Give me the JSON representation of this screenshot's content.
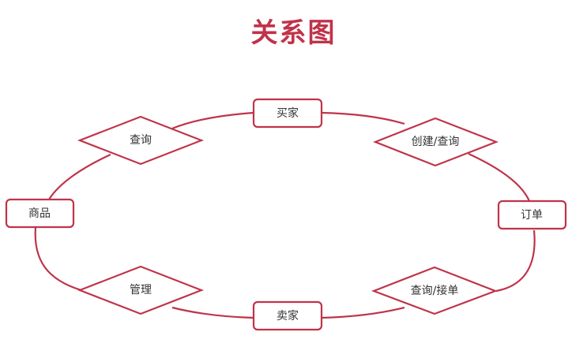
{
  "title": "关系图",
  "colors": {
    "accent": "#c0334a",
    "text": "#333333"
  },
  "entities": [
    {
      "id": "buyer",
      "label": "买家"
    },
    {
      "id": "product",
      "label": "商品"
    },
    {
      "id": "order",
      "label": "订单"
    },
    {
      "id": "seller",
      "label": "卖家"
    }
  ],
  "relations": [
    {
      "id": "query",
      "label": "查询"
    },
    {
      "id": "create-query",
      "label": "创建/查询"
    },
    {
      "id": "manage",
      "label": "管理"
    },
    {
      "id": "query-accept",
      "label": "查询/接单"
    }
  ]
}
